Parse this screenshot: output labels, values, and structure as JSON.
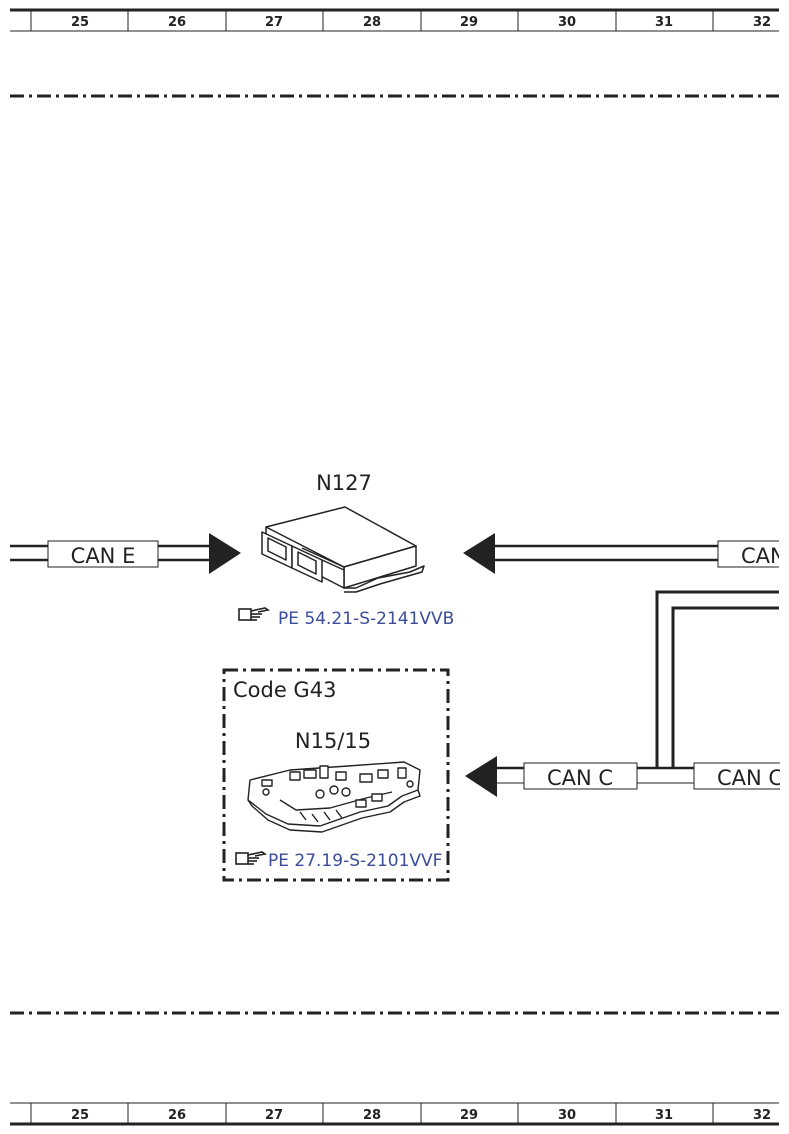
{
  "grid": {
    "top_numbers": [
      "25",
      "26",
      "27",
      "28",
      "29",
      "30",
      "31",
      "32"
    ],
    "bottom_numbers": [
      "25",
      "26",
      "27",
      "28",
      "29",
      "30",
      "31",
      "32"
    ]
  },
  "components": {
    "n127": {
      "label": "N127",
      "ref": "PE 54.21-S-2141VVB"
    },
    "n15_15": {
      "label": "N15/15",
      "ref": "PE 27.19-S-2101VVF",
      "code_label": "Code G43"
    }
  },
  "can": {
    "left_e": "CAN E",
    "right_top": "CAN",
    "mid_c": "CAN C",
    "right_c": "CAN C"
  },
  "colors": {
    "ref_link": "#3a4c9a",
    "line": "#222222"
  }
}
